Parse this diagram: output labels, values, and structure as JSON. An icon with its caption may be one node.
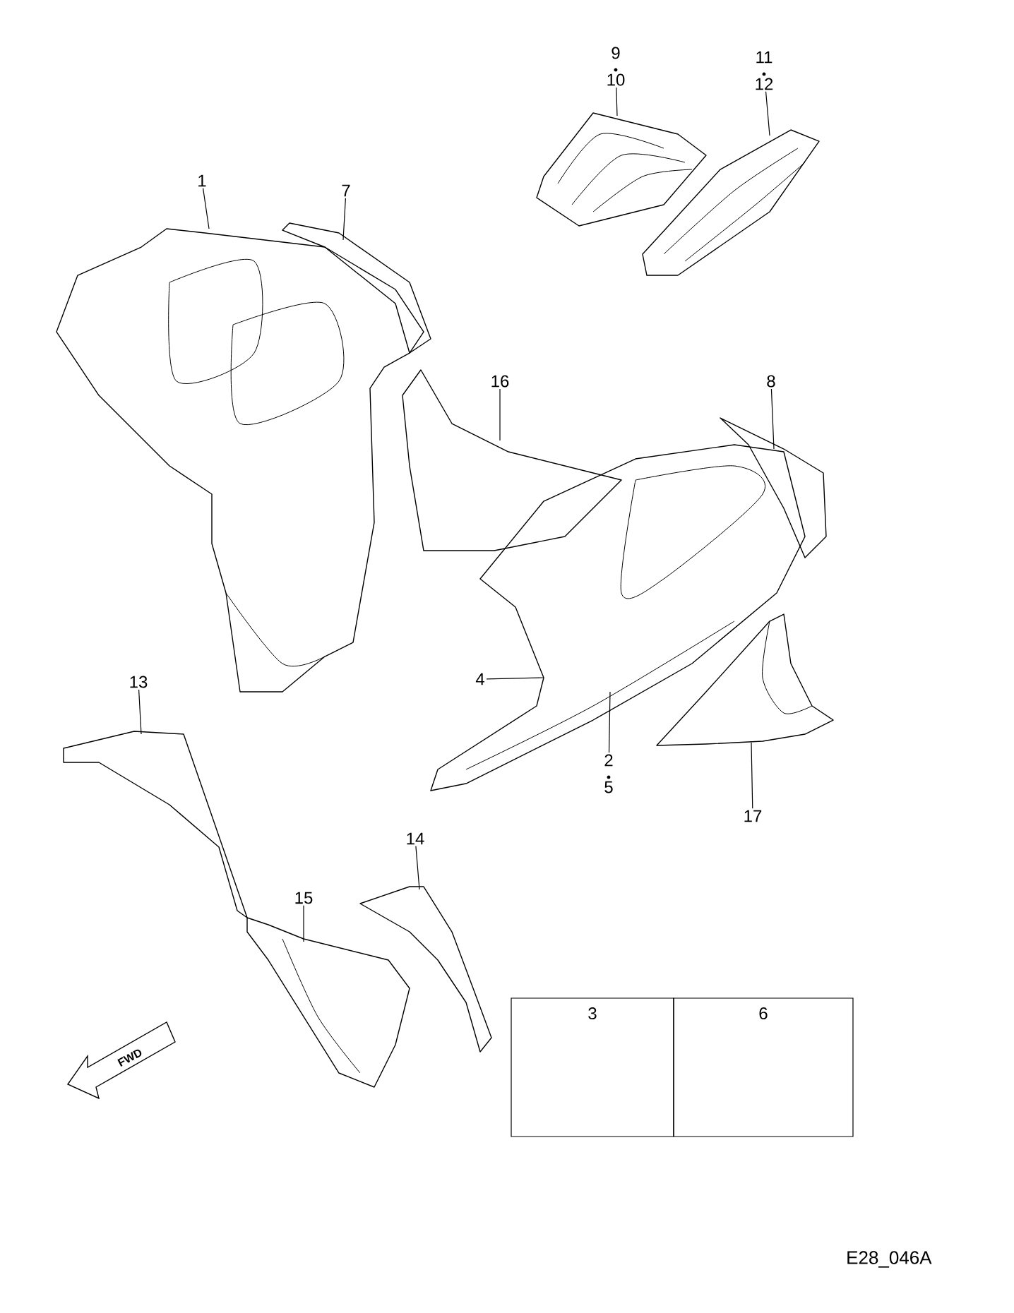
{
  "diagram": {
    "nodes": [
      {
        "text": [
          "1"
        ]
      },
      {
        "text": [
          "7"
        ]
      },
      {
        "text": [
          "9",
          "10"
        ]
      },
      {
        "text": [
          "11",
          "12"
        ]
      },
      {
        "text": [
          "16"
        ]
      },
      {
        "text": [
          "8"
        ]
      },
      {
        "text": [
          "4"
        ]
      },
      {
        "text": [
          "2",
          "5"
        ]
      },
      {
        "text": [
          "13"
        ]
      },
      {
        "text": [
          "17"
        ]
      },
      {
        "text": [
          "15"
        ]
      },
      {
        "text": [
          "14"
        ]
      },
      {
        "text": [
          "3"
        ]
      },
      {
        "text": [
          "6"
        ]
      },
      {
        "text": [],
        "shape": "picture"
      },
      {
        "text": [],
        "shape": "picture"
      },
      {
        "text": [],
        "shape": "picture"
      },
      {
        "text": [],
        "shape": "picture"
      },
      {
        "text": [],
        "shape": "picture"
      },
      {
        "text": [],
        "shape": "picture"
      },
      {
        "text": [],
        "shape": "picture"
      },
      {
        "text": [],
        "shape": "picture"
      },
      {
        "text": [],
        "shape": "picture"
      },
      {
        "text": [],
        "shape": "picture"
      },
      {
        "text": [],
        "shape": "picture"
      }
    ],
    "edges": [
      {
        "from": 0,
        "to": 14,
        "arrow": "none"
      },
      {
        "from": 1,
        "to": 15,
        "arrow": "none"
      },
      {
        "from": 2,
        "to": 16,
        "arrow": "none"
      },
      {
        "from": 3,
        "to": 17,
        "arrow": "none"
      },
      {
        "from": 4,
        "to": 18,
        "arrow": "none"
      },
      {
        "from": 5,
        "to": 19,
        "arrow": "none"
      },
      {
        "from": 6,
        "to": 20,
        "arrow": "none"
      },
      {
        "from": 7,
        "to": 20,
        "arrow": "none"
      },
      {
        "from": 8,
        "to": 21,
        "arrow": "none"
      },
      {
        "from": 9,
        "to": 22,
        "arrow": "none"
      },
      {
        "from": 10,
        "to": 23,
        "arrow": "none"
      },
      {
        "from": 11,
        "to": 24,
        "arrow": "none"
      }
    ],
    "labels": [
      "FWD",
      "E28_046A"
    ]
  }
}
